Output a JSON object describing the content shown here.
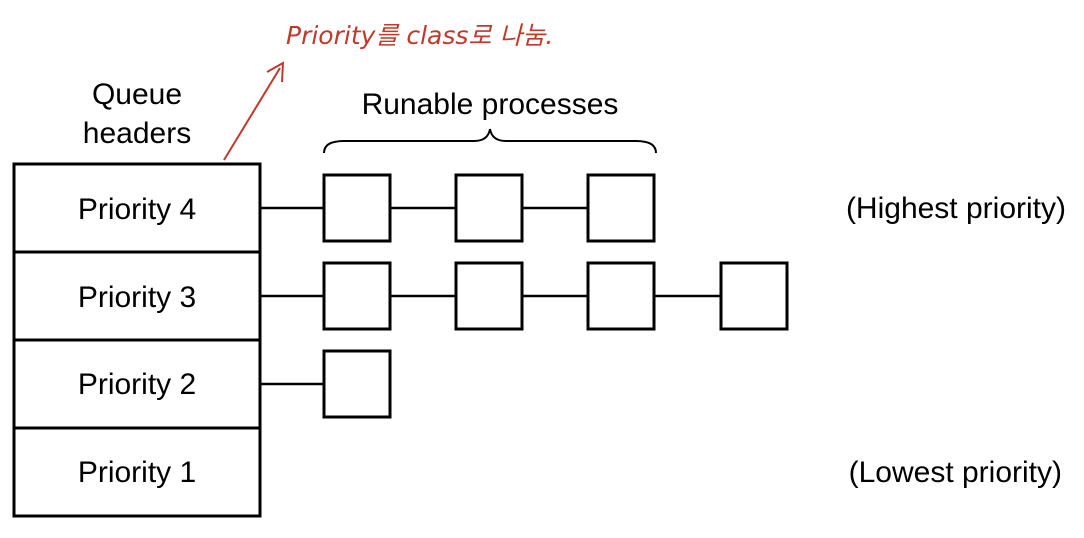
{
  "annotation": {
    "text": "Priority를 class로 나눔.",
    "color": "#c0392b"
  },
  "header_title": {
    "line1": "Queue",
    "line2": "headers"
  },
  "runnable_label": "Runable processes",
  "queues": [
    {
      "label": "Priority 4",
      "process_count": 3,
      "side_note": "(Highest priority)"
    },
    {
      "label": "Priority 3",
      "process_count": 4,
      "side_note": ""
    },
    {
      "label": "Priority 2",
      "process_count": 1,
      "side_note": ""
    },
    {
      "label": "Priority 1",
      "process_count": 0,
      "side_note": "(Lowest priority)"
    }
  ]
}
